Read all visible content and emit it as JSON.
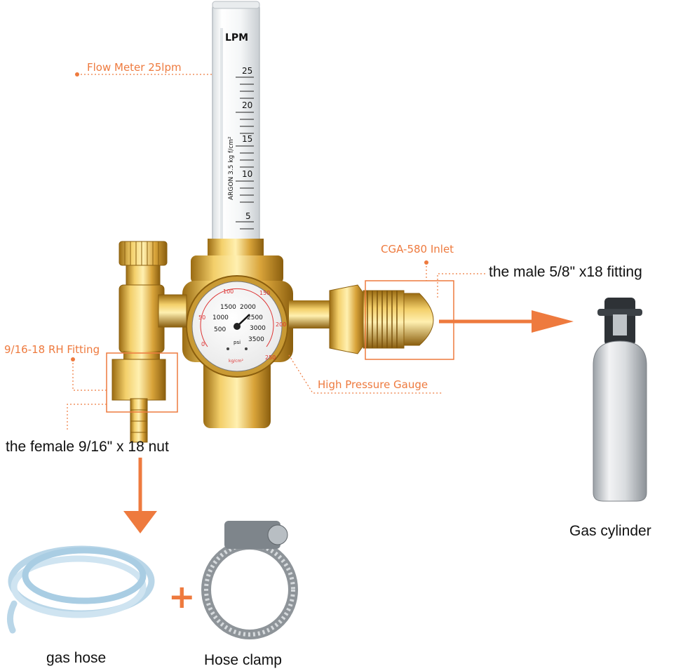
{
  "labels": {
    "flow_meter": "Flow Meter  25lpm",
    "cga_inlet": "CGA-580 Inlet",
    "male_fitting": "the male 5/8\" x18 fitting",
    "rh_fitting": "9/16-18 RH Fitting",
    "high_pressure_gauge": "High Pressure Gauge",
    "female_nut": "the female 9/16\" x 18 nut",
    "gas_cylinder": "Gas cylinder",
    "gas_hose": "gas hose",
    "hose_clamp": "Hose clamp",
    "plus": "+"
  },
  "flowmeter": {
    "unit": "LPM",
    "scale": [
      "25",
      "20",
      "15",
      "10",
      "5"
    ],
    "side_text": "ARGON 3.5  kg f/cm²"
  },
  "gauge": {
    "outer_scale": [
      "50",
      "100",
      "150",
      "200",
      "250"
    ],
    "inner_scale": [
      "500",
      "1000",
      "1500",
      "2000",
      "2500",
      "3000",
      "3500"
    ],
    "inner_unit": "psi",
    "outer_unit": "kg/cm²",
    "zero": "0"
  },
  "colors": {
    "accent_orange": "#ee7a3e",
    "brass": "#d9a43a",
    "text": "#111111"
  }
}
